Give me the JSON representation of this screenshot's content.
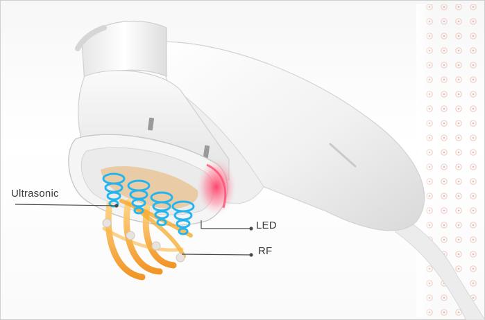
{
  "labels": {
    "ultrasonic": "Ultrasonic",
    "led": "LED",
    "rf": "RF"
  },
  "colors": {
    "device_body": "#f2f2f2",
    "led_glow": "#ff5a7a",
    "ultrasonic_waves": "#2bb8f0",
    "rf_arcs": "#f39a1e",
    "dot_pattern": "#e8c9c1",
    "pad": "#e9c79a"
  },
  "icons": [
    "handheld-device-illustration",
    "ultrasonic-wave-icon",
    "rf-arc-icon",
    "led-glow-icon"
  ]
}
